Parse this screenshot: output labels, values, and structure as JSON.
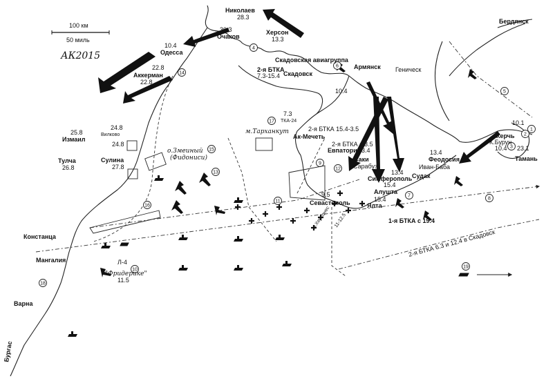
{
  "scale": {
    "km": "100 км",
    "miles": "50 миль"
  },
  "signature": "АК2015",
  "places": {
    "nikolaev": "Николаев",
    "nikolaev_date": "28.3",
    "ochakov": "Очаков",
    "ochakov_date": "30.3",
    "kherson": "Херсон",
    "kherson_date": "13.3",
    "odessa": "Одесса",
    "odessa_date": "10.4",
    "akkerman": "Аккерман",
    "akkerman_date": "22.8",
    "akkerman_date2": "22.8",
    "skadovsk_group": "Скадовская авиагруппа",
    "skadovsk": "Скадовск",
    "btka2_skadovsk": "2-я БТКА",
    "btka2_skadovsk_dates": "7.3-15.4",
    "armyansk": "Армянск",
    "genichesk": "Геническ",
    "armyansk_date": "10.4",
    "berdyansk": "Бердянск",
    "izmail": "Измаил",
    "izmail_date": "25.8",
    "vilkovo": "Вилково",
    "vilkovo_date": "24.8",
    "tulcha": "Тулча",
    "tulcha_date": "26.8",
    "sulina": "Сулина",
    "sulina_date": "27.8",
    "sulina_date2": "24.8",
    "zmeiny": "о.Змеиный",
    "fidonisi": "(Фидониси)",
    "tarkhankut": "м.Тарханкут",
    "tka": "ТКА-24",
    "tka_date": "7.3",
    "btka2_ak": "2-я БТКА 15.4-3.5",
    "akmechet": "Ак-Мечеть",
    "btka2_evp": "2-я БТКА с 3.5",
    "evpatoria": "Евпатория",
    "evpatoria_date": "13.4",
    "saki": "Саки",
    "sarabuz": "Сарабуз",
    "simferopol": "Симферополь",
    "simferopol_date": "13.4",
    "feodosia": "Феодосия",
    "feodosia_date": "13.4",
    "ivanbaba": "Иван-Баба",
    "sudak": "Судак",
    "alushta": "Алушта",
    "alushta_date": "15.4",
    "yalta": "Ялта",
    "yalta_date": "15.4",
    "kerch": "Керчь",
    "kerch_date": "10.4",
    "kerch_date2": "10.1",
    "kburun": "К.Бурун",
    "taman": "Тамань",
    "taman_date": "23.1",
    "sevastopol": "Севастополь",
    "sevastopol_date": "9.5",
    "khersones": "м.Херсонес",
    "khersones_date": "11-12.5",
    "btka1": "1-я БТКА с 19.4",
    "btka2_route": "2-я БТКА 6.3 и 12.4 в Скадовск",
    "constanta": "Констанца",
    "mangalia": "Мангалия",
    "varna": "Варна",
    "burgas": "Бургас",
    "l4": "Л-4",
    "friderike": "\"Фридерике\"",
    "friderike_date": "11.5"
  },
  "circle_numbers": [
    "1",
    "2",
    "3",
    "4",
    "5",
    "6",
    "7",
    "8",
    "9",
    "10",
    "11",
    "12",
    "13",
    "14",
    "15",
    "16",
    "17",
    "18",
    "19"
  ]
}
